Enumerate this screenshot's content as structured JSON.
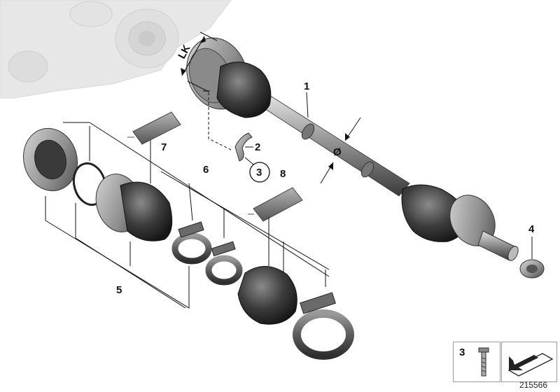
{
  "diagram": {
    "callouts": {
      "p1": "1",
      "p2": "2",
      "p3": "3",
      "p4": "4",
      "p5": "5",
      "p6": "6",
      "p7": "7",
      "p8": "8"
    },
    "dimension_label": "LK",
    "diameter_symbol": "Ø",
    "legend": {
      "screw_number": "3"
    },
    "diagram_id": "215566"
  }
}
